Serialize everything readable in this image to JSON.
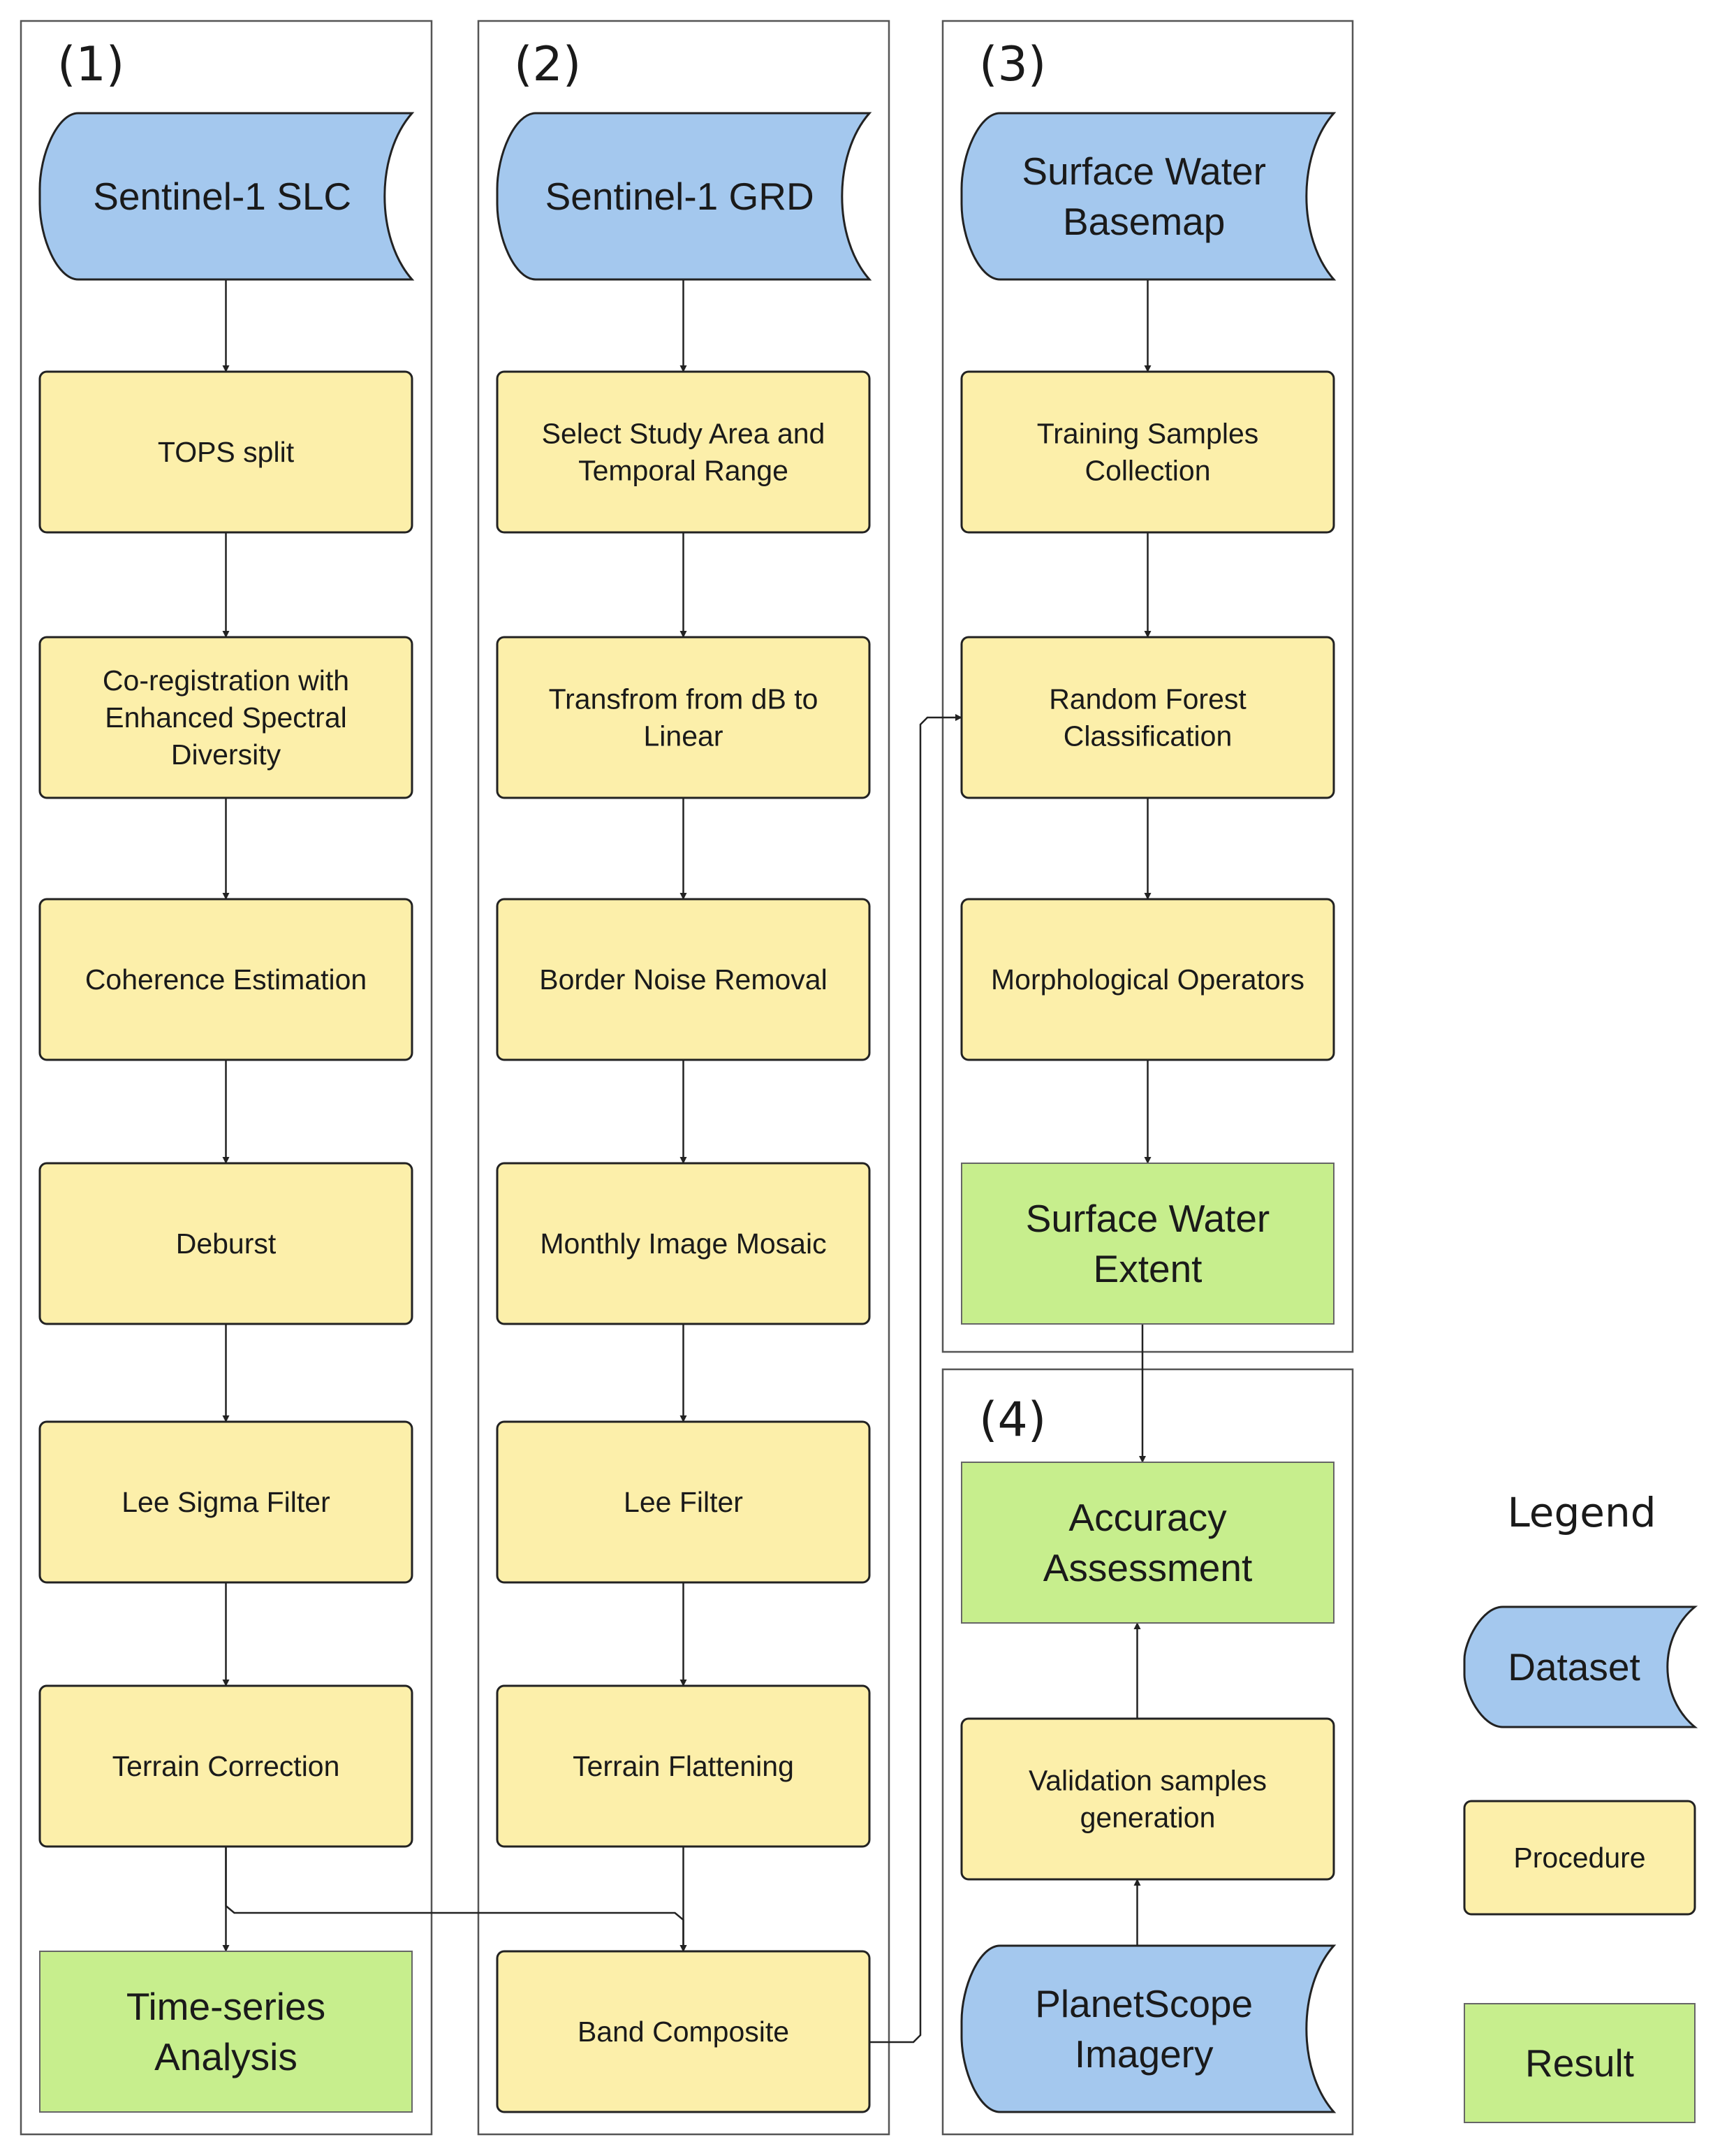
{
  "panels": [
    {
      "id": "p1",
      "label": "(1)"
    },
    {
      "id": "p2",
      "label": "(2)"
    },
    {
      "id": "p3",
      "label": "(3)"
    },
    {
      "id": "p4",
      "label": "(4)"
    }
  ],
  "nodes": {
    "s1_slc": {
      "type": "dataset",
      "lines": [
        "Sentinel-1 SLC"
      ]
    },
    "tops_split": {
      "type": "procedure",
      "lines": [
        "TOPS split"
      ]
    },
    "coreg": {
      "type": "procedure",
      "lines": [
        "Co-registration with",
        "Enhanced Spectral",
        "Diversity"
      ]
    },
    "coherence": {
      "type": "procedure",
      "lines": [
        "Coherence Estimation"
      ]
    },
    "deburst": {
      "type": "procedure",
      "lines": [
        "Deburst"
      ]
    },
    "lee_sigma": {
      "type": "procedure",
      "lines": [
        "Lee Sigma Filter"
      ]
    },
    "terrain_corr": {
      "type": "procedure",
      "lines": [
        "Terrain Correction"
      ]
    },
    "timeseries": {
      "type": "result",
      "lines": [
        "Time-series",
        "Analysis"
      ]
    },
    "s1_grd": {
      "type": "dataset",
      "lines": [
        "Sentinel-1 GRD"
      ]
    },
    "select_area": {
      "type": "procedure",
      "lines": [
        "Select Study Area and",
        "Temporal Range"
      ]
    },
    "db_linear": {
      "type": "procedure",
      "lines": [
        "Transfrom from dB to",
        "Linear"
      ]
    },
    "border_noise": {
      "type": "procedure",
      "lines": [
        "Border Noise Removal"
      ]
    },
    "monthly_mosaic": {
      "type": "procedure",
      "lines": [
        "Monthly Image Mosaic"
      ]
    },
    "lee_filter": {
      "type": "procedure",
      "lines": [
        "Lee Filter"
      ]
    },
    "terrain_flat": {
      "type": "procedure",
      "lines": [
        "Terrain Flattening"
      ]
    },
    "band_composite": {
      "type": "procedure",
      "lines": [
        "Band Composite"
      ]
    },
    "sw_basemap": {
      "type": "dataset",
      "lines": [
        "Surface Water",
        "Basemap"
      ]
    },
    "training": {
      "type": "procedure",
      "lines": [
        "Training Samples",
        "Collection"
      ]
    },
    "rf_class": {
      "type": "procedure",
      "lines": [
        "Random Forest",
        "Classification"
      ]
    },
    "morph": {
      "type": "procedure",
      "lines": [
        "Morphological Operators"
      ]
    },
    "sw_extent": {
      "type": "result",
      "lines": [
        "Surface Water",
        "Extent"
      ]
    },
    "accuracy": {
      "type": "result",
      "lines": [
        "Accuracy",
        "Assessment"
      ]
    },
    "validation": {
      "type": "procedure",
      "lines": [
        "Validation samples",
        "generation"
      ]
    },
    "planetscope": {
      "type": "dataset",
      "lines": [
        "PlanetScope",
        "Imagery"
      ]
    }
  },
  "edges": [
    [
      "s1_slc",
      "tops_split"
    ],
    [
      "tops_split",
      "coreg"
    ],
    [
      "coreg",
      "coherence"
    ],
    [
      "coherence",
      "deburst"
    ],
    [
      "deburst",
      "lee_sigma"
    ],
    [
      "lee_sigma",
      "terrain_corr"
    ],
    [
      "terrain_corr",
      "timeseries"
    ],
    [
      "terrain_corr",
      "band_composite"
    ],
    [
      "s1_grd",
      "select_area"
    ],
    [
      "select_area",
      "db_linear"
    ],
    [
      "db_linear",
      "border_noise"
    ],
    [
      "border_noise",
      "monthly_mosaic"
    ],
    [
      "monthly_mosaic",
      "lee_filter"
    ],
    [
      "lee_filter",
      "terrain_flat"
    ],
    [
      "terrain_flat",
      "band_composite"
    ],
    [
      "band_composite",
      "rf_class"
    ],
    [
      "sw_basemap",
      "training"
    ],
    [
      "training",
      "rf_class"
    ],
    [
      "rf_class",
      "morph"
    ],
    [
      "morph",
      "sw_extent"
    ],
    [
      "sw_extent",
      "accuracy"
    ],
    [
      "planetscope",
      "validation"
    ],
    [
      "validation",
      "accuracy"
    ]
  ],
  "legend": {
    "title": "Legend",
    "items": [
      {
        "type": "dataset",
        "label": "Dataset"
      },
      {
        "type": "procedure",
        "label": "Procedure"
      },
      {
        "type": "result",
        "label": "Result"
      }
    ]
  },
  "colors": {
    "dataset": "#a4c8ee",
    "procedure": "#fcefaa",
    "result": "#c7ee8d",
    "stroke": "#222222",
    "panel_border": "#555555"
  }
}
